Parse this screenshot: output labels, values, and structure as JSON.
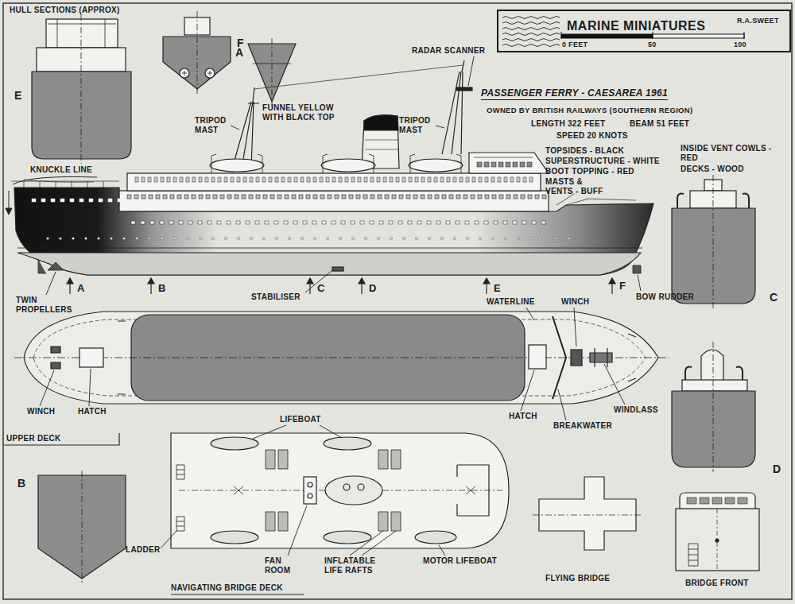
{
  "diagram": {
    "title": "PASSENGER FERRY - CAESAREA 1961",
    "nodes": [
      {
        "text": [
          "MARINE MINIATURES",
          "R.A.SWEET",
          "0 FEET",
          "50",
          "100"
        ]
      }
    ],
    "labels": [
      "HULL SECTIONS (APPROX)",
      "E",
      "A",
      "F",
      "RADAR SCANNER",
      "OWNED BY BRITISH RAILWAYS (SOUTHERN REGION)",
      "FUNNEL YELLOW WITH BLACK TOP",
      "TRIPOD MAST",
      "TRIPOD MAST",
      "LENGTH 322 FEET",
      "BEAM 51 FEET",
      "SPEED 20 KNOTS",
      "TOPSIDES - BLACK",
      "SUPERSTRUCTURE - WHITE",
      "BOOT TOPPING - RED",
      "MASTS & VENTS - BUFF",
      "INSIDE VENT COWLS - RED",
      "DECKS - WOOD",
      "KNUCKLE LINE",
      "TWIN PROPELLERS",
      "A",
      "B",
      "C",
      "D",
      "E",
      "F",
      "STABILISER",
      "BOW RUDDER",
      "C",
      "WATERLINE",
      "WINCH",
      "WINCH",
      "HATCH",
      "HATCH",
      "BREAKWATER",
      "WINDLASS",
      "UPPER DECK",
      "D",
      "LIFEBOAT",
      "LADDER",
      "FAN ROOM",
      "INFLATABLE LIFE RAFTS",
      "MOTOR LIFEBOAT",
      "NAVIGATING BRIDGE DECK",
      "FLYING BRIDGE",
      "BRIDGE FRONT",
      "B"
    ]
  }
}
